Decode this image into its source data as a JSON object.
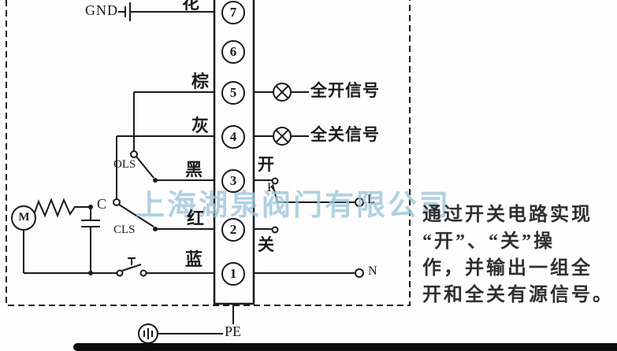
{
  "diagram": {
    "gnd_label": "GND",
    "pe_label": "PE",
    "motor_label": "M",
    "capacitor_label": "C",
    "ols_label": "OLS",
    "cls_label": "CLS",
    "k_label": "K",
    "l_label": "L",
    "n_label": "N",
    "open_label": "开",
    "close_label": "关",
    "signal_open": "全开信号",
    "signal_close": "全关信号",
    "wires": {
      "7": "花",
      "5": "棕",
      "4": "灰",
      "3": "黑",
      "2": "红",
      "1": "蓝"
    },
    "terminals": [
      "7",
      "6",
      "5",
      "4",
      "3",
      "2",
      "1"
    ]
  },
  "watermark": "上海湖泉阀门有限公司",
  "description": {
    "lines": [
      "通过开关电路实现",
      "“开”、“关”操",
      "作，并输出一组全",
      "开和全关有源信号。"
    ]
  },
  "colors": {
    "ink": "#1a1a1a",
    "watermark": "#9fc6dc",
    "description_text": "#2f2f2f",
    "background": "#fdfdfd"
  }
}
